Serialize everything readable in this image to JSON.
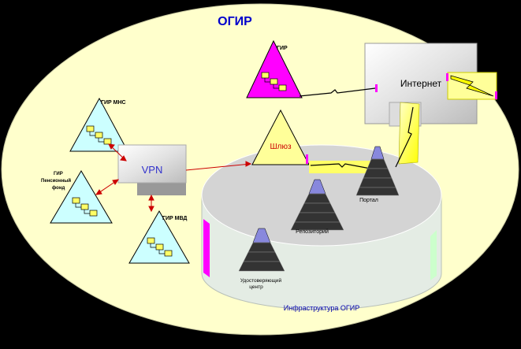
{
  "title": "ОГИР",
  "nodes": {
    "gir": "ГИР",
    "gir_mns": "ГИР МНС",
    "gir_pension": [
      "ГИР",
      "Пенсионный",
      "фонд"
    ],
    "gir_mvd": "ГИР МВД",
    "vpn": "VPN",
    "gateway": "Шлюз",
    "internet": "Интернет",
    "portal": "Портал",
    "repository": "Репозиторий",
    "cert_center": [
      "Удостоверяющий",
      "центр"
    ]
  },
  "infrastructure_label": "Инфраструктура ОГИР",
  "colors": {
    "background": "#000000",
    "ellipse": "#ffffcc",
    "cylinder_top": "#d4d4d4",
    "cylinder_side": "#e4ece4",
    "gir_triangle": "#ff00ff",
    "light_triangle": "#ccffff",
    "gateway_triangle": "#ffff99",
    "link_yellow": "#ffff00",
    "link_red": "#cc0000",
    "title_text": "#0000cc"
  }
}
